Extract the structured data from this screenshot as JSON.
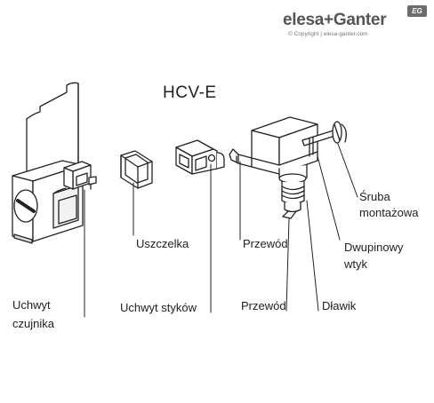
{
  "brand": {
    "name": "elesa+Ganter",
    "badge": "EG",
    "copyright": "© Copyright | elesa-ganter.com"
  },
  "title": "HCV-E",
  "labels": {
    "uchwyt_czujnika_line1": "Uchwyt",
    "uchwyt_czujnika_line2": "czujnika",
    "uszczelka": "Uszczelka",
    "uchwyt_stykow": "Uchwyt styków",
    "przewod_upper": "Przewód",
    "przewod_lower": "Przewód",
    "dlawik": "Dławik",
    "dwupinowy_line1": "Dwupinowy",
    "dwupinowy_line2": "wtyk",
    "sruba_line1": "Śruba",
    "sruba_line2": "montażowa"
  },
  "colors": {
    "line": "#222222",
    "part_fill": "#ffffff",
    "shade": "#e9e9e9",
    "brand_grey": "#555555"
  }
}
